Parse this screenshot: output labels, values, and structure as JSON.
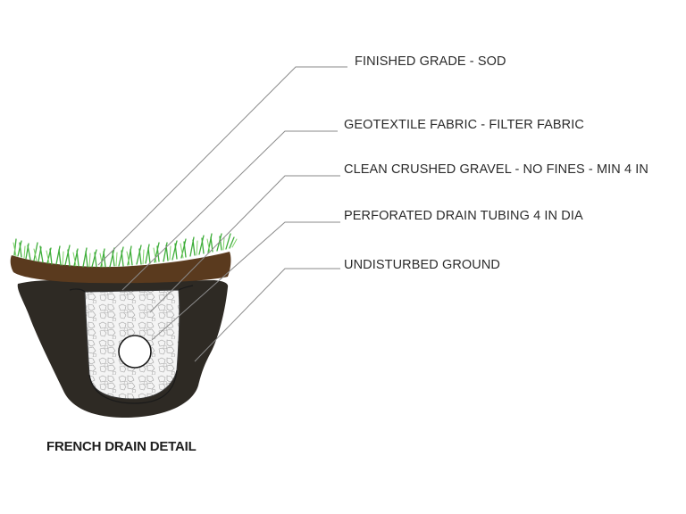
{
  "title": "FRENCH DRAIN DETAIL",
  "colors": {
    "background": "#ffffff",
    "grass": "#3fae3a",
    "grass_light": "#7fd36a",
    "topsoil": "#5a3a1e",
    "undisturbed_ground": "#2e2a24",
    "gravel_fill": "#f2f2f2",
    "gravel_outline": "#9a9a9a",
    "pipe": "#ffffff",
    "leader_line": "#8a8a8a",
    "label_text": "#2b2b2b"
  },
  "callouts": [
    {
      "id": "sod",
      "label": "FINISHED GRADE - SOD"
    },
    {
      "id": "geotextile",
      "label": "GEOTEXTILE FABRIC - FILTER FABRIC"
    },
    {
      "id": "gravel",
      "label": "CLEAN CRUSHED GRAVEL - NO FINES - MIN 4 IN"
    },
    {
      "id": "tubing",
      "label": "PERFORATED DRAIN TUBING 4 IN DIA"
    },
    {
      "id": "ground",
      "label": "UNDISTURBED GROUND"
    }
  ]
}
